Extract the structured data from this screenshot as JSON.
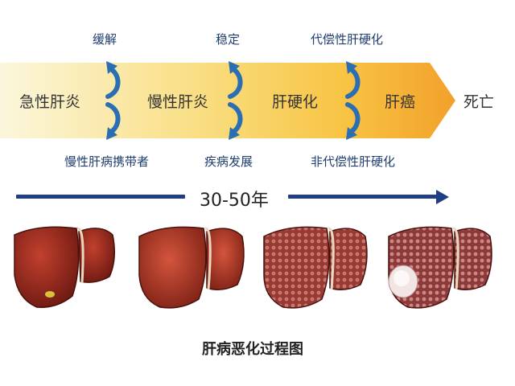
{
  "stages": [
    "急性肝炎",
    "慢性肝炎",
    "肝硬化",
    "肝癌",
    "死亡"
  ],
  "upper_notes": [
    "缓解",
    "稳定",
    "代偿性肝硬化"
  ],
  "lower_notes": [
    "慢性肝病携带者",
    "疾病发展",
    "非代偿性肝硬化"
  ],
  "timeline_label": "30-50年",
  "caption": "肝病恶化过程图",
  "colors": {
    "band_start": "#fbf7dc",
    "band_mid": "#f8cf52",
    "band_end": "#f2a12a",
    "arrow_blue": "#2a6fb3",
    "timeline_blue": "#1f3e85"
  },
  "livers": [
    {
      "state": "healthy",
      "icon": "healthy-liver-icon"
    },
    {
      "state": "chronic-hepatitis",
      "icon": "inflamed-liver-icon"
    },
    {
      "state": "cirrhosis",
      "icon": "cirrhotic-liver-icon"
    },
    {
      "state": "cancer",
      "icon": "cancerous-liver-icon"
    }
  ]
}
